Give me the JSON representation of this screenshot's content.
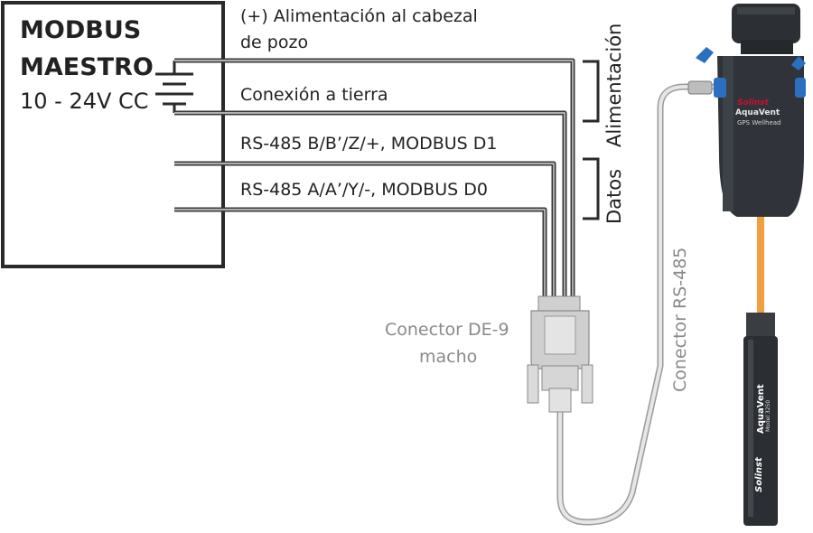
{
  "master": {
    "line1": "MODBUS",
    "line2": "MAESTRO",
    "voltage": "10 - 24V CC"
  },
  "wires": {
    "power_line1": "(+) Alimentación al cabezal",
    "power_line2": "de pozo",
    "ground": "Conexión a tierra",
    "rs485_b": "RS-485 B/B’/Z/+, MODBUS D1",
    "rs485_a": "RS-485 A/A’/Y/-, MODBUS D0"
  },
  "brackets": {
    "power": "Alimentación",
    "data": "Datos"
  },
  "connector": {
    "line1": "Conector DE-9",
    "line2": "macho"
  },
  "cable": {
    "label": "Conector RS-485"
  },
  "device": {
    "brand": "Solinst",
    "product": "AquaVent",
    "model": "Model 3250",
    "head_label": "GPS Wellhead"
  },
  "colors": {
    "wire": "#444444",
    "cable": "#c9c9c9",
    "device_body": "#2f3236",
    "orange_cable": "#f0a040",
    "logo_red": "#c8102e"
  }
}
